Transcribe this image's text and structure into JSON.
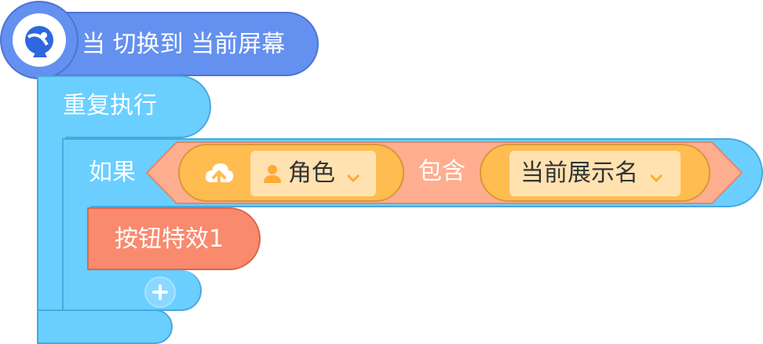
{
  "hat": {
    "label": "当 切换到 当前屏幕",
    "icon": "satellite-dish-icon"
  },
  "forever": {
    "label": "重复执行"
  },
  "if_block": {
    "label": "如果",
    "condition": {
      "object_dropdown": {
        "icon": "person-icon",
        "value": "角色"
      },
      "cloud_icon": "cloud-upload-icon",
      "operator": "包含",
      "value_dropdown": {
        "value": "当前展示名"
      }
    }
  },
  "effect_block": {
    "label": "按钮特效1"
  },
  "add_button": {
    "label": "+"
  },
  "colors": {
    "event": "#6490f0",
    "control": "#6acfff",
    "operator": "#ffad8f",
    "sensing": "#ffbc50",
    "custom": "#f98a6d"
  }
}
